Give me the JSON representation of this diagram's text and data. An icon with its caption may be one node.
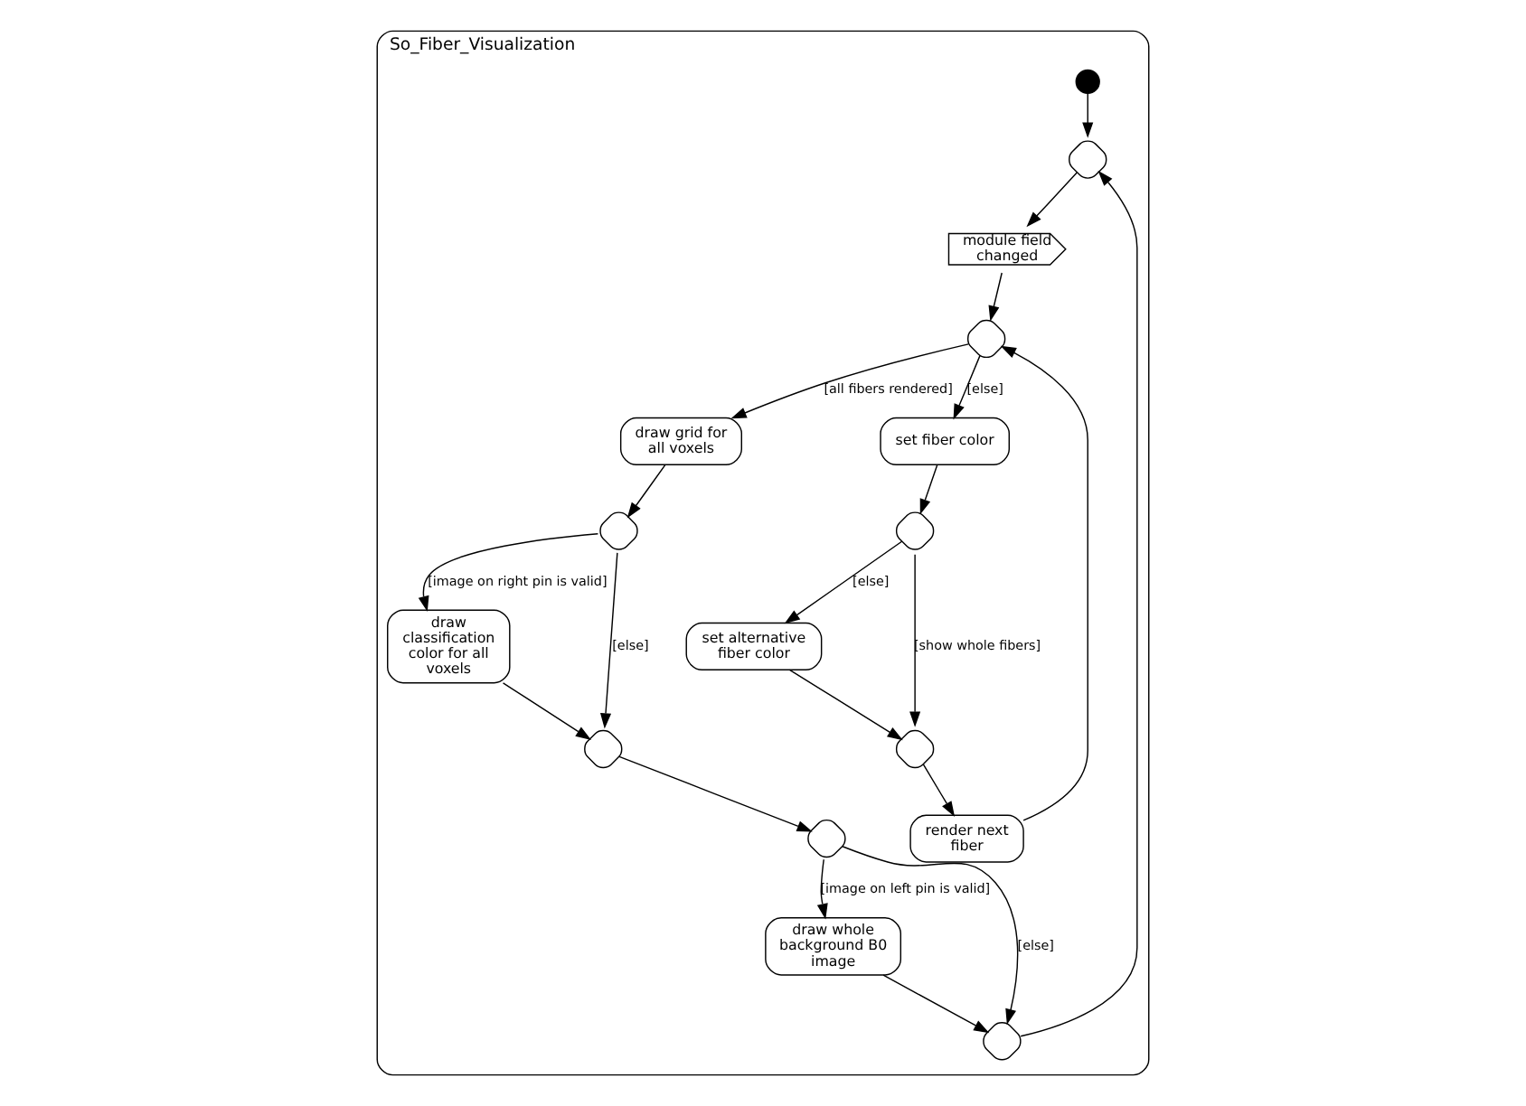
{
  "diagram": {
    "nodes": [
      {
        "text": [
          "So_Fiber_Visualization"
        ]
      },
      {
        "text": [],
        "shape": "circle",
        "in": 0
      },
      {
        "text": [],
        "shape": "diamond",
        "in": 0
      },
      {
        "text": [
          "module field changed"
        ],
        "in": 0
      },
      {
        "text": [],
        "shape": "diamond",
        "in": 0
      },
      {
        "text": [
          "draw grid for all voxels"
        ],
        "in": 0
      },
      {
        "text": [],
        "shape": "diamond",
        "in": 0
      },
      {
        "text": [
          "draw classification color for all voxels"
        ],
        "in": 0
      },
      {
        "text": [],
        "shape": "diamond",
        "in": 0
      },
      {
        "text": [],
        "shape": "diamond",
        "in": 0
      },
      {
        "text": [
          "draw whole background B0 image"
        ],
        "in": 0
      },
      {
        "text": [],
        "shape": "diamond",
        "in": 0
      },
      {
        "text": [
          "set fiber color"
        ],
        "in": 0
      },
      {
        "text": [],
        "shape": "diamond",
        "in": 0
      },
      {
        "text": [
          "set alternative fiber color"
        ],
        "in": 0
      },
      {
        "text": [],
        "shape": "diamond",
        "in": 0
      },
      {
        "text": [
          "render next fiber"
        ],
        "in": 0
      }
    ],
    "edges": [
      {
        "from": 1,
        "to": 2,
        "arrow": "to"
      },
      {
        "from": 2,
        "to": 3,
        "arrow": "to"
      },
      {
        "from": 3,
        "to": 4,
        "arrow": "to"
      },
      {
        "from": 4,
        "to": 5,
        "arrow": "to",
        "label": "[all fibers rendered]"
      },
      {
        "from": 4,
        "to": 12,
        "arrow": "to",
        "label": "[else]"
      },
      {
        "from": 5,
        "to": 6,
        "arrow": "to"
      },
      {
        "from": 6,
        "to": 7,
        "arrow": "to",
        "label": "[image on right pin is valid]"
      },
      {
        "from": 6,
        "to": 8,
        "arrow": "to",
        "label": "[else]"
      },
      {
        "from": 7,
        "to": 8,
        "arrow": "to"
      },
      {
        "from": 8,
        "to": 9,
        "arrow": "to"
      },
      {
        "from": 9,
        "to": 10,
        "arrow": "to",
        "label": "[image on left pin is valid]"
      },
      {
        "from": 9,
        "to": 11,
        "arrow": "to",
        "label": "[else]"
      },
      {
        "from": 10,
        "to": 11,
        "arrow": "to"
      },
      {
        "from": 11,
        "to": 2,
        "arrow": "to"
      },
      {
        "from": 12,
        "to": 13,
        "arrow": "to"
      },
      {
        "from": 13,
        "to": 15,
        "arrow": "to",
        "label": "[show whole fibers]"
      },
      {
        "from": 13,
        "to": 14,
        "arrow": "to",
        "label": "[else]"
      },
      {
        "from": 14,
        "to": 15,
        "arrow": "to"
      },
      {
        "from": 15,
        "to": 16,
        "arrow": "to"
      },
      {
        "from": 16,
        "to": 4,
        "arrow": "to"
      }
    ]
  }
}
